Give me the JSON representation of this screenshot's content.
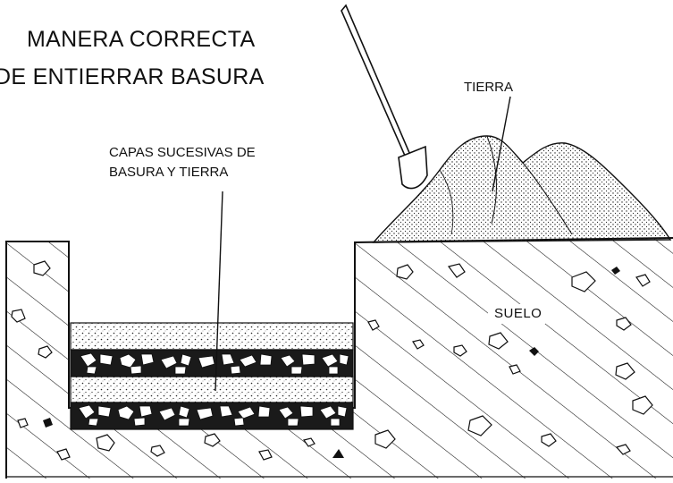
{
  "title": {
    "line1": "MANERA CORRECTA",
    "line2": "DE ENTIERRAR  BASURA"
  },
  "labels": {
    "tierra": "TIERRA",
    "capas_line1": "CAPAS SUCESIVAS DE",
    "capas_line2": "BASURA Y TIERRA",
    "suelo": "SUELO"
  },
  "colors": {
    "ink": "#111111",
    "background": "#ffffff"
  }
}
